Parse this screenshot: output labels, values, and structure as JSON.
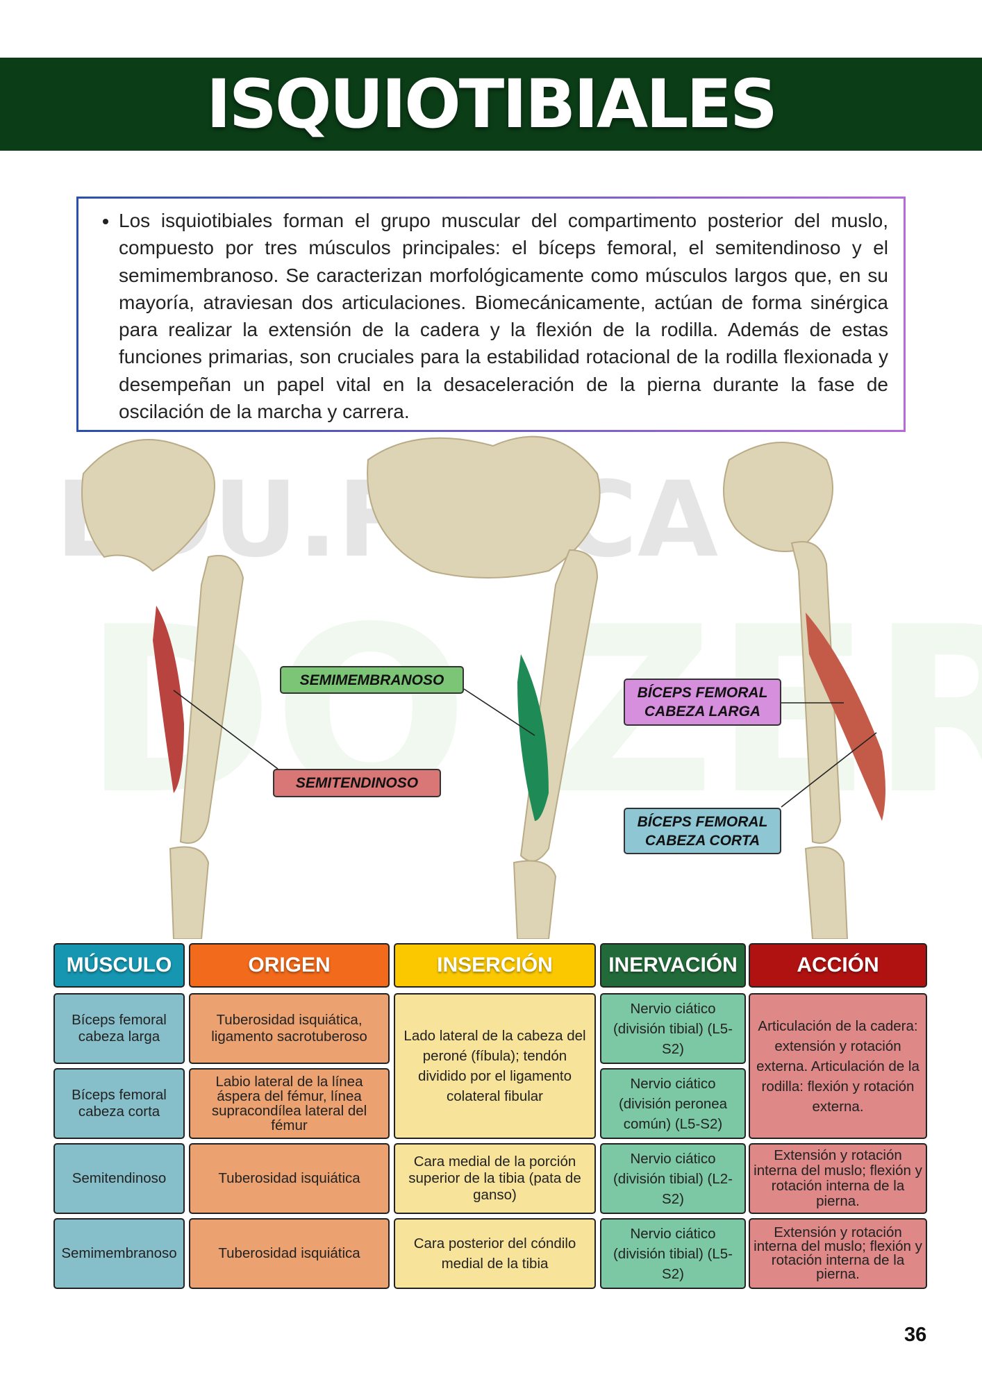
{
  "title": "ISQUIOTIBIALES",
  "intro": "Los isquiotibiales forman el grupo muscular del compartimento posterior del muslo, compuesto por tres músculos principales: el bíceps femoral, el semitendinoso y el semimembranoso. Se caracterizan morfológicamente como músculos largos que, en su mayoría, atraviesan dos articulaciones. Biomecánicamente, actúan de forma sinérgica para realizar la extensión de la cadera y la flexión de la rodilla. Además de estas funciones primarias, son cruciales para la estabilidad rotacional de la rodilla flexionada y desempeñan un papel vital en la desaceleración de la pierna durante la fase de oscilación de la marcha y carrera.",
  "watermark": {
    "line1": "EDU.FÍSICA",
    "line2": "DO ZERO"
  },
  "labels": {
    "semimembranoso": "SEMIMEMBRANOSO",
    "semitendinoso": "SEMITENDINOSO",
    "biceps_larga": [
      "BÍCEPS FEMORAL",
      "CABEZA LARGA"
    ],
    "biceps_corta": [
      "BÍCEPS FEMORAL",
      "CABEZA CORTA"
    ]
  },
  "colors": {
    "semimembranoso": "#7cc576",
    "semitendinoso": "#d97777",
    "biceps_larga": "#d58fdc",
    "biceps_corta": "#8ec6d4"
  },
  "table": {
    "headers": [
      "MÚSCULO",
      "ORIGEN",
      "INSERCIÓN",
      "INERVACIÓN",
      "ACCIÓN"
    ],
    "musculo": [
      "Bíceps femoral cabeza larga",
      "Bíceps femoral cabeza corta",
      "Semitendinoso",
      "Semimembranoso"
    ],
    "origen": [
      "Tuberosidad isquiática, ligamento sacrotuberoso",
      "Labio lateral de la línea áspera del fémur, línea supracondílea lateral del fémur",
      "Tuberosidad isquiática",
      "Tuberosidad isquiática"
    ],
    "insercion": [
      "Lado lateral de la cabeza del peroné (fíbula); tendón dividido por el ligamento colateral fibular",
      "Cara medial de la porción superior de la tibia (pata de ganso)",
      "Cara posterior del cóndilo medial de la tibia"
    ],
    "inervacion": [
      "Nervio ciático (división tibial) (L5-S2)",
      "Nervio ciático (división peronea común) (L5-S2)",
      "Nervio ciático (división tibial) (L2-S2)",
      "Nervio ciático (división tibial) (L5-S2)"
    ],
    "accion": [
      "Articulación de la cadera: extensión y rotación externa. Articulación de la rodilla: flexión y rotación externa.",
      "Extensión y rotación interna del muslo; flexión y rotación interna de la pierna.",
      "Extensión y rotación interna del muslo; flexión y rotación interna de la pierna."
    ]
  },
  "page_number": "36"
}
